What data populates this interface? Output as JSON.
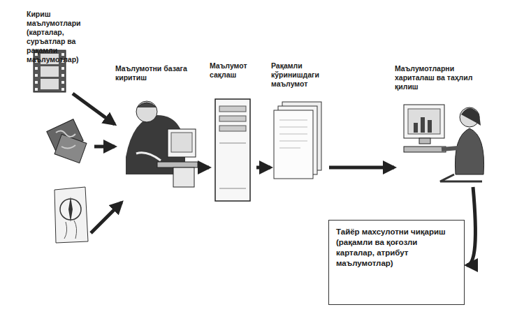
{
  "diagram": {
    "nodes": [
      {
        "text": [
          "Кириш маълумотлари (карталар, суръатлар ва рақамли маълумотлар)"
        ]
      },
      {
        "text": [
          "Маълумотни базага киритиш"
        ]
      },
      {
        "text": [
          "Маълумот сақлаш"
        ]
      },
      {
        "text": [
          "Рақамли кўринишдаги маълумот"
        ]
      },
      {
        "text": [
          "Маълумотларни хариталаш ва таҳлил қилиш"
        ]
      },
      {
        "text": [
          "Тайёр махсулотни чиқариш (рақамли ва қоғозли карталар, атрибут маълумотлар)"
        ]
      }
    ],
    "edges": [
      {
        "from": 0,
        "to": 1,
        "arrow": "to"
      },
      {
        "from": 1,
        "to": 2,
        "arrow": "to"
      },
      {
        "from": 2,
        "to": 3,
        "arrow": "to"
      },
      {
        "from": 3,
        "to": 4,
        "arrow": "to"
      },
      {
        "from": 4,
        "to": 5,
        "arrow": "to"
      }
    ]
  }
}
